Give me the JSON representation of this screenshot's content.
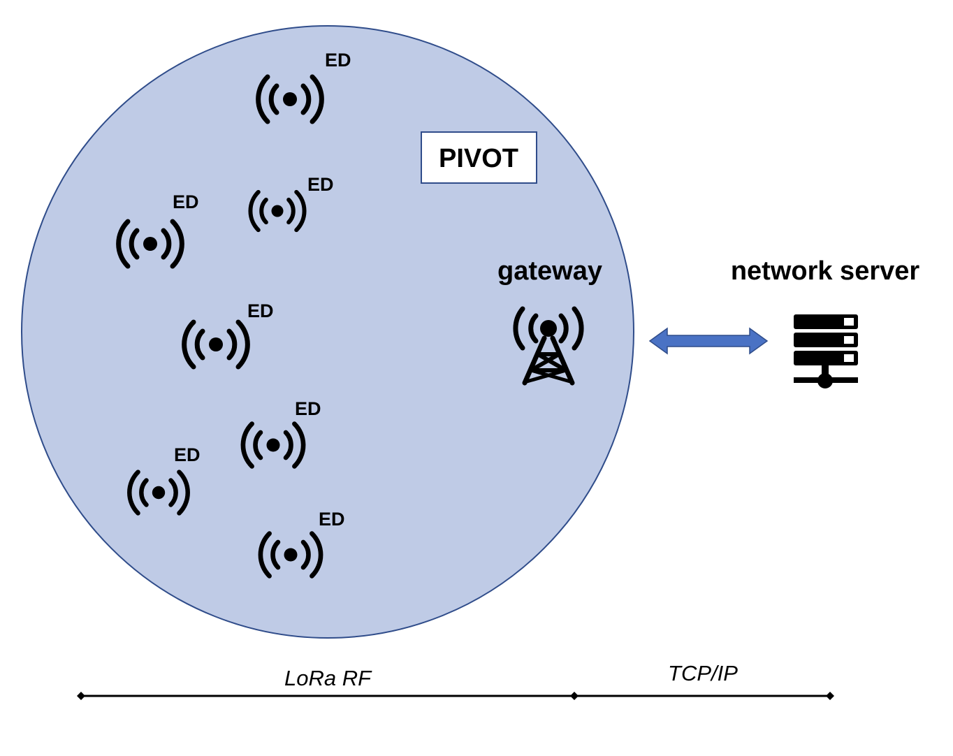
{
  "diagram": {
    "zone_label": "PIVOT",
    "end_device_label": "ED",
    "end_devices": [
      "ED",
      "ED",
      "ED",
      "ED",
      "ED",
      "ED",
      "ED"
    ],
    "gateway_label": "gateway",
    "server_label": "network server",
    "link_labels": {
      "rf": "LoRa RF",
      "ip": "TCP/IP"
    },
    "colors": {
      "coverage_fill": "#bfcbe6",
      "coverage_stroke": "#2f4c8a",
      "arrow_fill": "#4a72c4",
      "arrow_stroke": "#2f4c8a"
    },
    "icons": {
      "end_device": "wireless-signal-icon",
      "gateway": "antenna-tower-icon",
      "server": "server-rack-icon"
    }
  }
}
